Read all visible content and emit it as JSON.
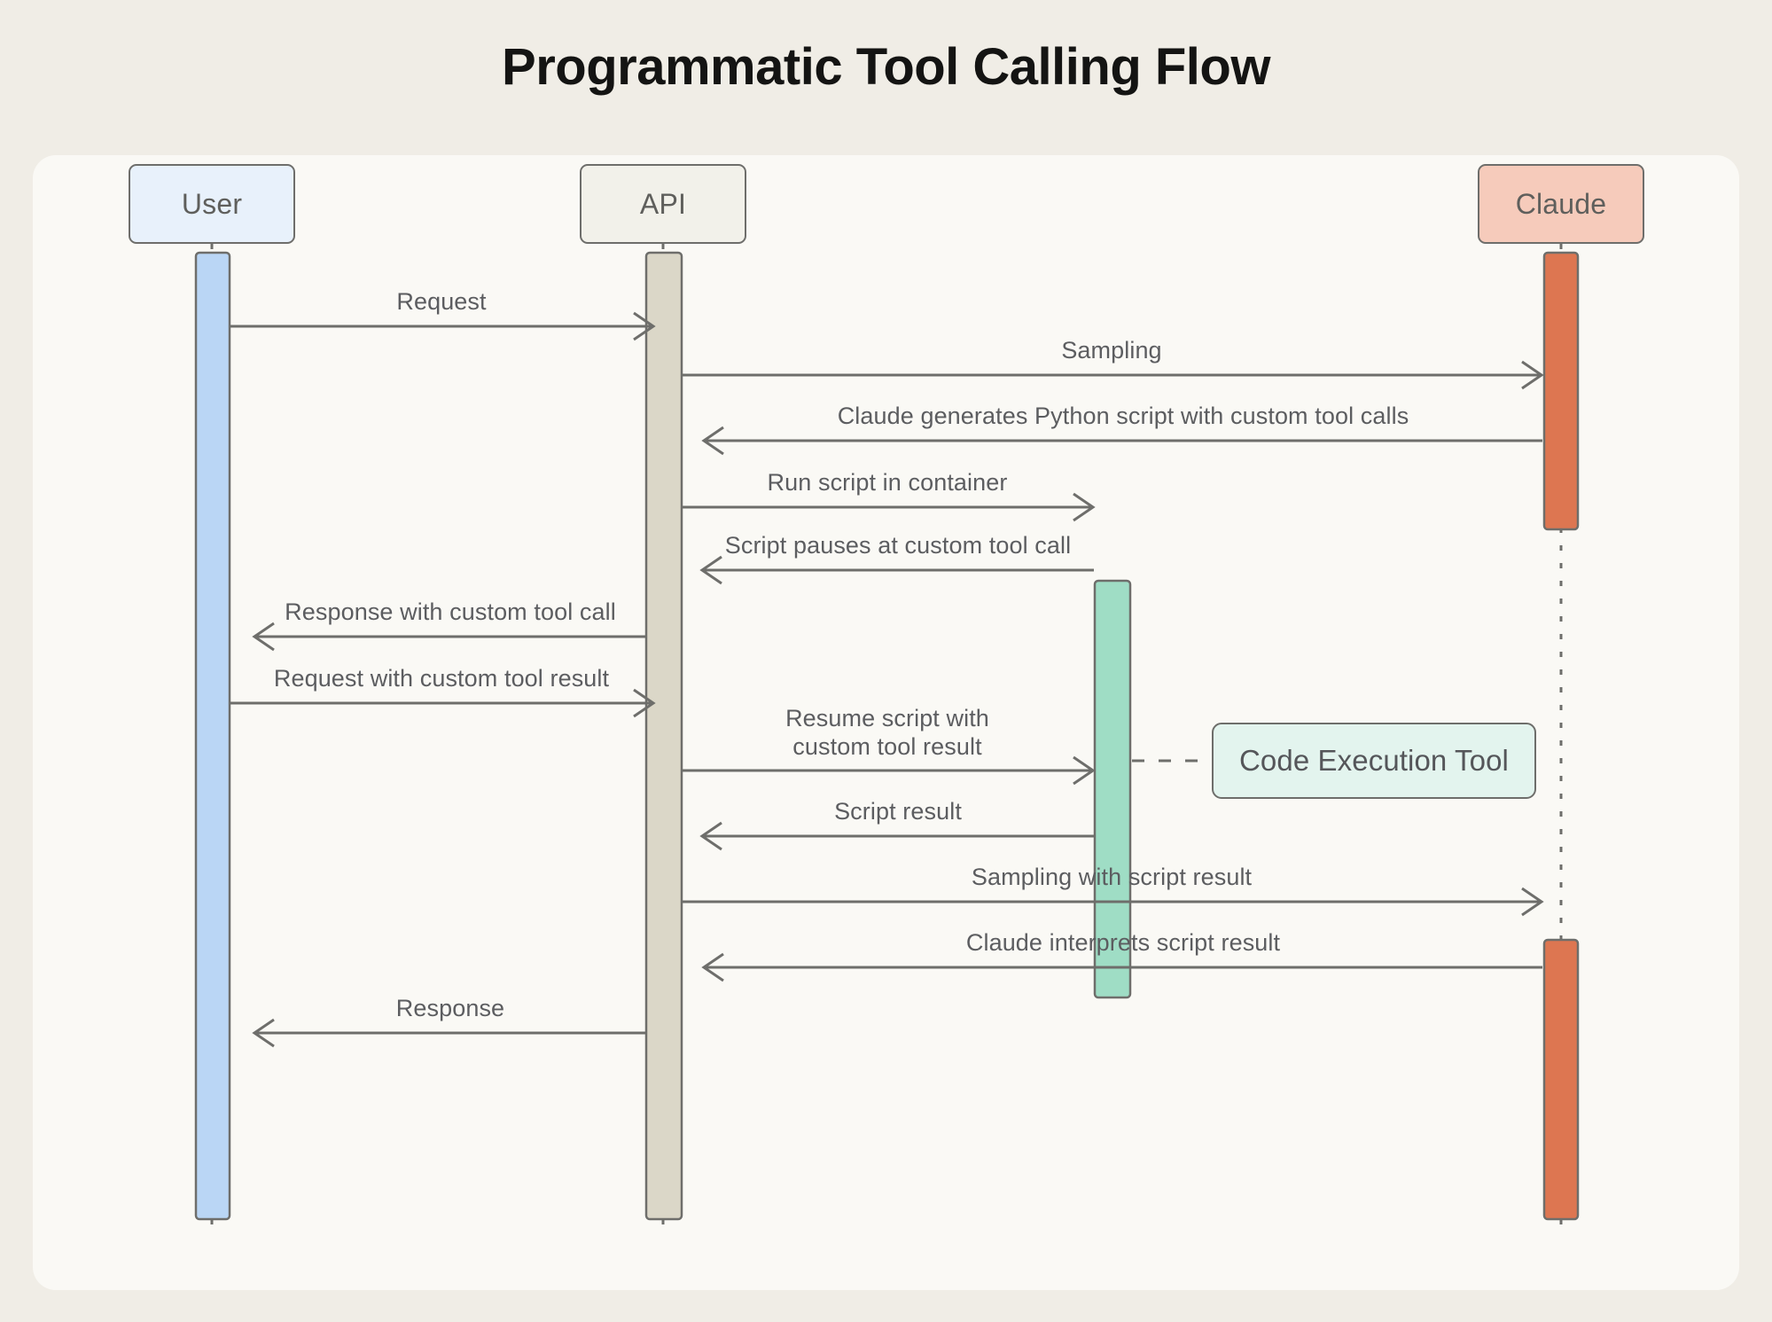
{
  "title": "Programmatic Tool Calling Flow",
  "colors": {
    "page_background": "#F0EDE6",
    "canvas_background": "#FAF9F5",
    "stroke": "#6E6E6B",
    "line": "#6E6E6B",
    "text": "#5C5D60",
    "user_fill": "#E8F1FB",
    "user_activation": "#BAD6F5",
    "api_fill": "#F2F1EA",
    "api_activation": "#DBD7C8",
    "claude_fill": "#F6CBBB",
    "claude_activation": "#DD7651",
    "container_activation": "#9FDDC5",
    "note_fill": "#E3F4EE"
  },
  "participants": [
    {
      "id": "user",
      "label": "User"
    },
    {
      "id": "api",
      "label": "API"
    },
    {
      "id": "claude",
      "label": "Claude"
    }
  ],
  "notes": [
    {
      "id": "code-execution-tool",
      "label": "Code Execution Tool"
    }
  ],
  "messages": [
    {
      "id": "request",
      "label": "Request",
      "from": "user",
      "to": "api",
      "direction": "right"
    },
    {
      "id": "sampling",
      "label": "Sampling",
      "from": "api",
      "to": "claude",
      "direction": "right"
    },
    {
      "id": "claude-generates-script",
      "label": "Claude generates Python script with custom tool calls",
      "from": "claude",
      "to": "api",
      "direction": "left"
    },
    {
      "id": "run-script-in-container",
      "label": "Run script in container",
      "from": "api",
      "to": "container",
      "direction": "right"
    },
    {
      "id": "script-pauses",
      "label": "Script pauses at custom tool call",
      "from": "container",
      "to": "api",
      "direction": "left"
    },
    {
      "id": "response-with-tool-call",
      "label": "Response with custom tool call",
      "from": "api",
      "to": "user",
      "direction": "left"
    },
    {
      "id": "request-with-tool-result",
      "label": "Request with custom tool result",
      "from": "user",
      "to": "api",
      "direction": "right"
    },
    {
      "id": "resume-script",
      "label": "Resume script with\ncustom tool result",
      "from": "api",
      "to": "container",
      "direction": "right"
    },
    {
      "id": "script-result",
      "label": "Script result",
      "from": "container",
      "to": "api",
      "direction": "left"
    },
    {
      "id": "sampling-with-script-result",
      "label": "Sampling with script result",
      "from": "api",
      "to": "claude",
      "direction": "right"
    },
    {
      "id": "claude-interprets",
      "label": "Claude interprets script result",
      "from": "claude",
      "to": "api",
      "direction": "left"
    },
    {
      "id": "response",
      "label": "Response",
      "from": "api",
      "to": "user",
      "direction": "left"
    }
  ]
}
